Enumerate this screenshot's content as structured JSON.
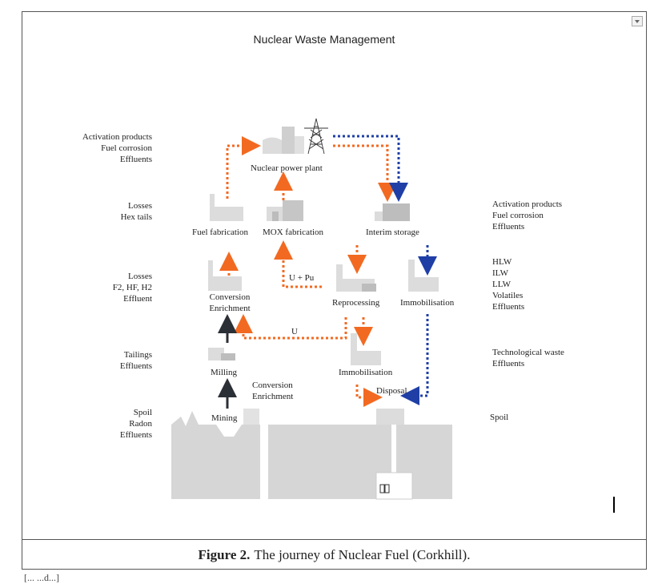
{
  "figure_title": "Nuclear Waste Management",
  "caption": {
    "label": "Figure 2.",
    "text": "The journey of Nuclear Fuel (Corkhill)."
  },
  "partial_text": "[... ...d...]",
  "left_labels": [
    "Activation products\nFuel corrosion\nEffluents",
    "Losses\nHex tails",
    "Losses\nF2, HF, H2\nEffluent",
    "Tailings\nEffluents",
    "Spoil\nRadon\nEffluents"
  ],
  "right_labels": [
    "Activation products\nFuel corrosion\nEffluents",
    "HLW\nILW\nLLW\nVolatiles\nEffluents",
    "Technological waste\nEffluents",
    "Spoil"
  ],
  "stages": {
    "power_plant": "Nuclear power plant",
    "fuel_fabrication": "Fuel fabrication",
    "mox_fabrication": "MOX fabrication",
    "interim_storage": "Interim storage",
    "conversion_enrichment_top": "Conversion\nEnrichment",
    "reprocessing": "Reprocessing",
    "immobilisation_right": "Immobilisation",
    "milling": "Milling",
    "immobilisation_mid": "Immobilisation",
    "conversion_enrichment_low": "Conversion\nEnrichment",
    "mining": "Mining",
    "disposal": "Disposal"
  },
  "flows": {
    "u_pu": "U + Pu",
    "u": "U"
  },
  "colors": {
    "orange": "#f26a21",
    "blue": "#1f3fa6",
    "dark": "#2b2f36",
    "ground": "#d4d4d4",
    "facility": "#dcdcdc",
    "facility_dark": "#bcbcbc"
  }
}
